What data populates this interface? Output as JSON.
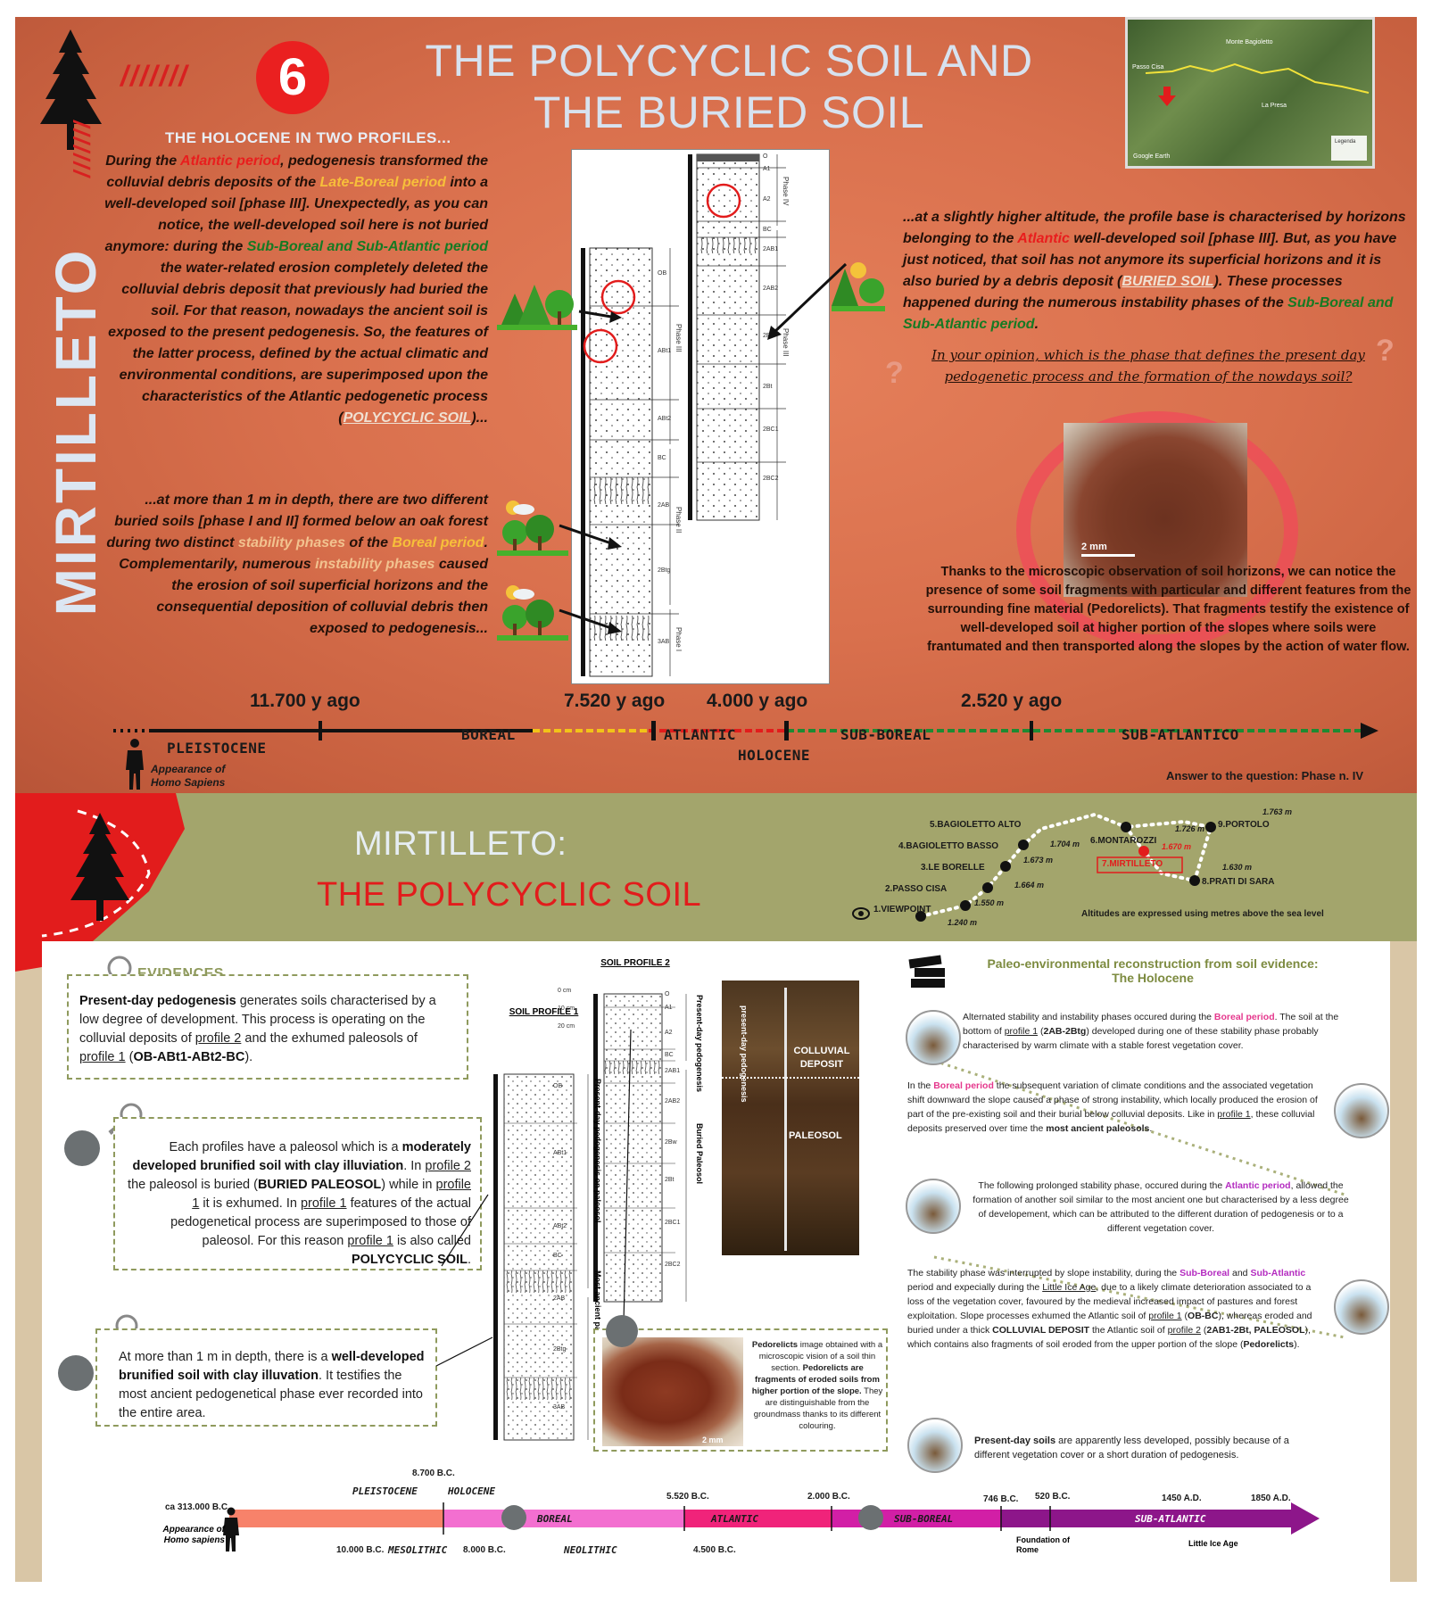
{
  "panel_a": {
    "badge_number": "6",
    "slash_marks": "///////",
    "title_line1": "THE POLYCYCLIC SOIL AND",
    "title_line2": "THE BURIED SOIL",
    "side_label": "MIRTILLETO",
    "heading": "THE HOLOCENE IN TWO PROFILES...",
    "map": {
      "label_monte": "Monte Bagioletto",
      "label_passo": "Passo Cisa",
      "label_prati": "La Presa",
      "label_google": "Google Earth",
      "legend": "Legenda"
    },
    "left_block1": {
      "s1": "During the ",
      "atlantic": "Atlantic period",
      "s2": ", pedogenesis transformed the colluvial debris deposits of the ",
      "late_boreal": "Late-Boreal period",
      "s3": " into a well-developed soil [phase III]. Unexpectedly, as you can notice, the well-developed soil here is not buried anymore: during the ",
      "subboreal": "Sub-Boreal and Sub-Atlantic period",
      "s4": " the water-related erosion completely deleted the colluvial debris deposit that previously had buried the soil. For that reason, nowadays the ancient soil is exposed to the present pedogenesis. So, the features of the latter process, defined by the actual climatic and environmental conditions, are superimposed upon the characteristics of the Atlantic pedogenetic process (",
      "polycyclic": "POLYCYCLIC SOIL",
      "s5": ")..."
    },
    "left_block2": {
      "s1": "...at more than 1 m in depth, there are two different buried soils [phase I and II] formed below an oak forest during two distinct ",
      "stability": "stability phases",
      "s2": " of the ",
      "boreal": "Boreal period",
      "s3": ". Complementarily, numerous ",
      "instability": "instability phases",
      "s4": " caused the erosion of soil superficial horizons and the consequential deposition of colluvial debris then exposed to pedogenesis..."
    },
    "right_block": {
      "s1": "...at a slightly higher altitude, the profile base is characterised by horizons belonging to the ",
      "atlantic": "Atlantic",
      "s2": " well-developed soil [phase III]. But, as you have just noticed, that soil has not anymore its superficial horizons and it is also buried by a debris deposit (",
      "buried": "BURIED SOIL",
      "s3": "). These processes happened during the numerous instability phases of the ",
      "subboreal": "Sub-Boreal and Sub-Atlantic period",
      "s4": "."
    },
    "question": "In your opinion, which is the phase that defines the present day pedogenetic process and the formation of the nowdays soil?",
    "qmark": "?",
    "profile1": {
      "horizons": [
        "OB",
        "ABt1",
        "ABt2",
        "BC",
        "2AB",
        "2Btg",
        "3AB"
      ],
      "phases": [
        "Phase III",
        "Phase II",
        "Phase I"
      ]
    },
    "profile2": {
      "horizons": [
        "O",
        "A1",
        "A2",
        "BC",
        "2AB1",
        "2AB2",
        "2Bw",
        "2Bt",
        "2BC1",
        "2BC2"
      ],
      "phases": [
        "Phase IV",
        "Phase III"
      ]
    },
    "micro_scale": "2 mm",
    "micro_text": "Thanks to the microscopic observation of soil horizons, we can notice the presence of some soil fragments with particular and different features from the surrounding fine material (Pedorelicts). That fragments testify the existence of well-developed soil at higher portion of the slopes where soils were frantumated and then transported along the slopes by the action of water flow.",
    "timeline": {
      "years": [
        "11.700 y ago",
        "7.520 y ago",
        "4.000 y ago",
        "2.520 y ago"
      ],
      "periods": [
        "PLEISTOCENE",
        "BOREAL",
        "ATLANTIC",
        "HOLOCENE",
        "SUB-BOREAL",
        "SUB-ATLANTICO"
      ],
      "homo": "Appearance of Homo Sapiens",
      "colors": {
        "boreal": "#f2c318",
        "atlantic": "#e21c1c",
        "subboreal": "#1e8a32"
      }
    },
    "answer": "Answer to the question: Phase n. IV"
  },
  "panel_b": {
    "title_line1": "MIRTILLETO:",
    "title_line2": "THE POLYCYCLIC SOIL",
    "route": {
      "stops": [
        "1.VIEWPOINT",
        "2.PASSO CISA",
        "3.LE BORELLE",
        "4.BAGIOLETTO BASSO",
        "5.BAGIOLETTO ALTO",
        "6.MONTAROZZI",
        "7.MIRTILLETO",
        "8.PRATI DI SARA",
        "9.PORTOLO"
      ],
      "altitudes": [
        "1.240 m",
        "1.550 m",
        "1.664 m",
        "1.673 m",
        "1.704 m",
        "1.726 m",
        "1.670 m",
        "1.630 m",
        "1.763 m"
      ],
      "note": "Altitudes are expressed using metres above the sea level"
    },
    "evidences": {
      "title": "EVIDENCES",
      "box1": {
        "b1": "Present-day pedogenesis",
        "s1": " generates soils characterised by a low degree of development. This process is operating on the colluvial deposits of ",
        "u1": "profile 2",
        "s2": " and the exhumed paleosols of ",
        "u2": "profile 1",
        "s3": " (",
        "b2": "OB-ABt1-ABt2-BC",
        "s4": ")."
      },
      "box2": {
        "s1": "Each profiles have a paleosol which is a ",
        "b1": "moderately developed brunified soil with clay illuviation",
        "s2": ". In ",
        "u1": "profile 2",
        "s3": " the paleosol is buried (",
        "b2": "BURIED PALEOSOL",
        "s4": ") while in ",
        "u2": "profile 1",
        "s5": " it is exhumed. In ",
        "u3": "profile 1",
        "s6": " features of the actual pedogenetical process are superimposed to those of paleosol. For this reason ",
        "u4": "profile 1",
        "s7": " is also called ",
        "b3": "POLYCYCLIC SOIL",
        "s8": "."
      },
      "box3": {
        "s1": "At more than 1 m in depth, there is a ",
        "b1": "well-developed brunified soil with clay illuvation",
        "s2": ". It testifies the most ancient pedogenetical phase ever recorded into the entire area."
      }
    },
    "profiles": {
      "p1_title": "SOIL PROFILE 1",
      "p2_title": "SOIL PROFILE 2",
      "p1_horizons": [
        "OB",
        "ABt1",
        "ABt2",
        "BC",
        "2AB",
        "2Btg",
        "3AB"
      ],
      "p2_horizons": [
        "O",
        "A1",
        "A2",
        "BC",
        "2AB1",
        "2AB2",
        "2Bw",
        "2Bt",
        "2BC1",
        "2BC2"
      ],
      "depths": [
        "0 cm",
        "10 cm",
        "20 cm"
      ],
      "label_present": "Present-day pedogenesis",
      "label_present_on_paleo": "Present-day pedogenesis on paleosol",
      "label_buried": "Buried Paleosol",
      "label_ancient": "Most ancient paleosol",
      "photo_present": "present-day pedogenesis",
      "photo_colluvial": "COLLUVIAL DEPOSIT",
      "photo_paleosol": "PALEOSOL"
    },
    "pedorelicts": {
      "b1": "Pedorelicts",
      "s1": " image obtained with a microscopic vision of a soil thin section. ",
      "b2": "Pedorelicts are fragments of eroded soils from higher portion of the slope.",
      "s2": " They are distinguishable from the groundmass thanks to its different colouring.",
      "scale": "2 mm"
    },
    "paleo": {
      "title_line1": "Paleo-environmental reconstruction from soil evidence:",
      "title_line2": "The Holocene",
      "p1": {
        "s1": "Alternated stability and instability phases occured during the ",
        "k1": "Boreal period",
        "s2": ". The soil at the bottom of ",
        "u1": "profile 1",
        "s3": " (",
        "b1": "2AB-2Btg",
        "s4": ") developed during one of these stability phase probably characterised by warm climate with a stable forest vegetation cover."
      },
      "p2": {
        "s1": "In the ",
        "k1": "Boreal period",
        "s2": " the subsequent variation of climate conditions and the associated vegetation shift downward the slope caused a phase of strong instability, which locally produced the erosion of part of the pre-existing soil and their burial below colluvial deposits. Like in ",
        "u1": "profile 1",
        "s3": ", these colluvial deposits preserved over time the ",
        "b1": "most ancient paleosols",
        "s4": "."
      },
      "p3": {
        "s1": "The following prolonged stability phase, occured during the ",
        "u1": "Atlantic period",
        "s2": ", allowed the formation of another soil similar to the most ancient one but characterised by a less degree of developement, which can be attributed to the different duration of pedogenesis or to a different vegetation cover."
      },
      "p4": {
        "s1": "The stability phase was interrupted by slope instability, during the ",
        "k1": "Sub-Boreal",
        "s2": " and ",
        "k2": "Sub-Atlantic",
        "s3": " period and expecially during the ",
        "u1": "Little Ice Age",
        "s4": ", due to a likely climate deterioration associated to a loss of the vegetation cover, favoured by the medieval increased impact of pastures and forest exploitation. Slope processes exhumed the Atlantic soil of ",
        "u2": "profile 1",
        "s5": " (",
        "b1": "OB-BC",
        "s6": "), whereas eroded and buried under a thick ",
        "b2": "COLLUVIAL DEPOSIT",
        "s7": " the Atlantic soil of ",
        "u3": "profile 2",
        "s8": " (",
        "b3": "2AB1-2Bt, PALEOSOL",
        "s9": "), which contains also fragments of soil eroded from the upper portion of the slope (",
        "b4": "Pedorelicts",
        "s10": ")."
      },
      "p5": {
        "b1": "Present-day soils",
        "s1": " are apparently less developed, possibly because of a different vegetation cover or a short duration of pedogenesis."
      }
    },
    "timeline": {
      "dates_top": [
        "ca 313.000 B.C.",
        "8.700 B.C.",
        "5.520 B.C.",
        "2.000 B.C.",
        "746 B.C.",
        "520 B.C.",
        "1450 A.D.",
        "1850 A.D."
      ],
      "dates_bottom": [
        "10.000 B.C.",
        "8.000 B.C.",
        "4.500 B.C."
      ],
      "periods": [
        "PLEISTOCENE",
        "HOLOCENE",
        "BOREAL",
        "ATLANTIC",
        "SUB-BOREAL",
        "SUB-ATLANTIC"
      ],
      "cultures": [
        "MESOLITHIC",
        "NEOLITHIC"
      ],
      "homo": "Appearance of Homo sapiens",
      "rome": "Foundation of Rome",
      "lia": "Little Ice Age",
      "colors": {
        "pleistocene": "#f7826a",
        "boreal": "#f36fd0",
        "atlantic": "#f0237a",
        "subboreal": "#d21fa6",
        "subatlantic": "#8d168a"
      }
    }
  }
}
